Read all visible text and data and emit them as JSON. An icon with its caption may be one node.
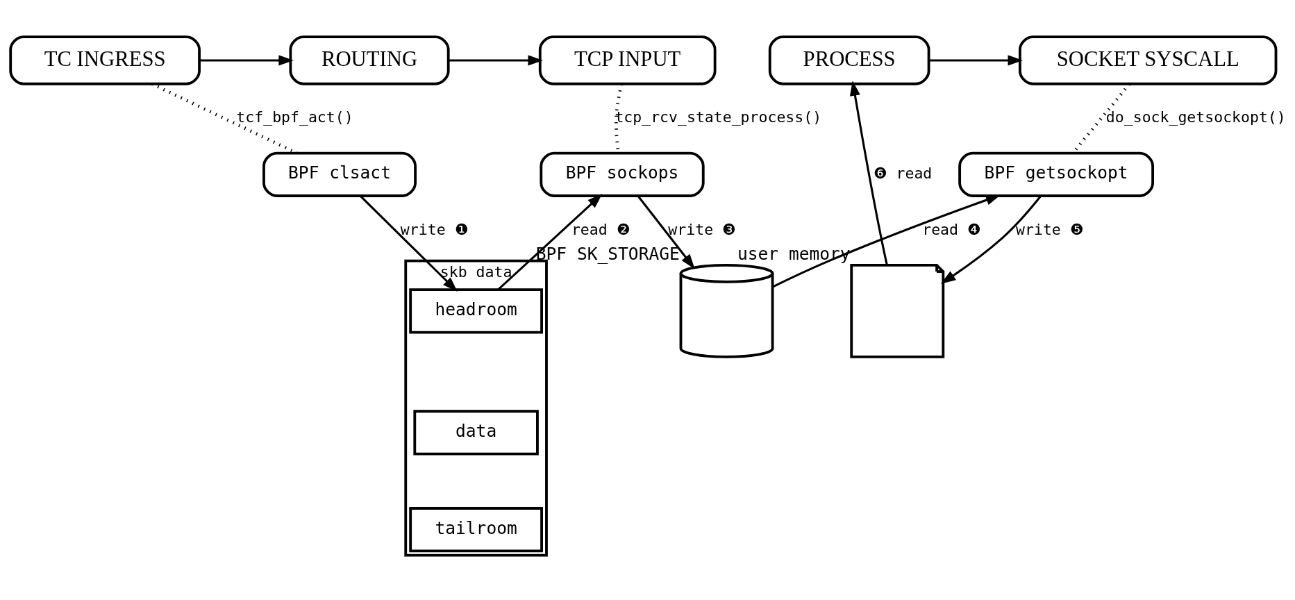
{
  "diagram": {
    "nodes": [
      {
        "text": [
          "TC INGRESS"
        ]
      },
      {
        "text": [
          "ROUTING"
        ]
      },
      {
        "text": [
          "TCP INPUT"
        ]
      },
      {
        "text": [
          "SOCKET SYSCALL"
        ]
      },
      {
        "text": [
          "PROCESS"
        ]
      },
      {
        "text": [
          "BPF clsact"
        ]
      },
      {
        "text": [
          "BPF sockops"
        ]
      },
      {
        "text": [
          "BPF getsockopt"
        ]
      },
      {
        "text": [
          "skb data"
        ]
      },
      {
        "text": [
          "headroom"
        ],
        "in": 8
      },
      {
        "text": [
          "data"
        ],
        "in": 8
      },
      {
        "text": [
          "tailroom"
        ],
        "in": 8
      },
      {
        "text": [
          "BPF SK_STORAGE"
        ]
      },
      {
        "text": [
          "user memory"
        ]
      }
    ],
    "edges": [
      {
        "from": 0,
        "to": 1,
        "arrow": "to"
      },
      {
        "from": 1,
        "to": 2,
        "arrow": "to"
      },
      {
        "from": 4,
        "to": 3,
        "arrow": "to"
      },
      {
        "from": 0,
        "to": 5,
        "arrow": "none",
        "style": "dashed",
        "label": "tcf_bpf_act()"
      },
      {
        "from": 2,
        "to": 6,
        "arrow": "none",
        "style": "dashed",
        "label": "tcp_rcv_state_process()"
      },
      {
        "from": 3,
        "to": 7,
        "arrow": "none",
        "style": "dashed",
        "label": "do_sock_getsockopt()"
      },
      {
        "from": 5,
        "to": 9,
        "arrow": "to",
        "label": "write ❶"
      },
      {
        "from": 9,
        "to": 6,
        "arrow": "to",
        "label": "read ❷"
      },
      {
        "from": 6,
        "to": 12,
        "arrow": "to",
        "label": "write ❸"
      },
      {
        "from": 12,
        "to": 7,
        "arrow": "to",
        "label": "read ❹"
      },
      {
        "from": 7,
        "to": 13,
        "arrow": "to",
        "label": "write ❺"
      },
      {
        "from": 13,
        "to": 4,
        "arrow": "to",
        "label": "❻ read"
      }
    ]
  }
}
